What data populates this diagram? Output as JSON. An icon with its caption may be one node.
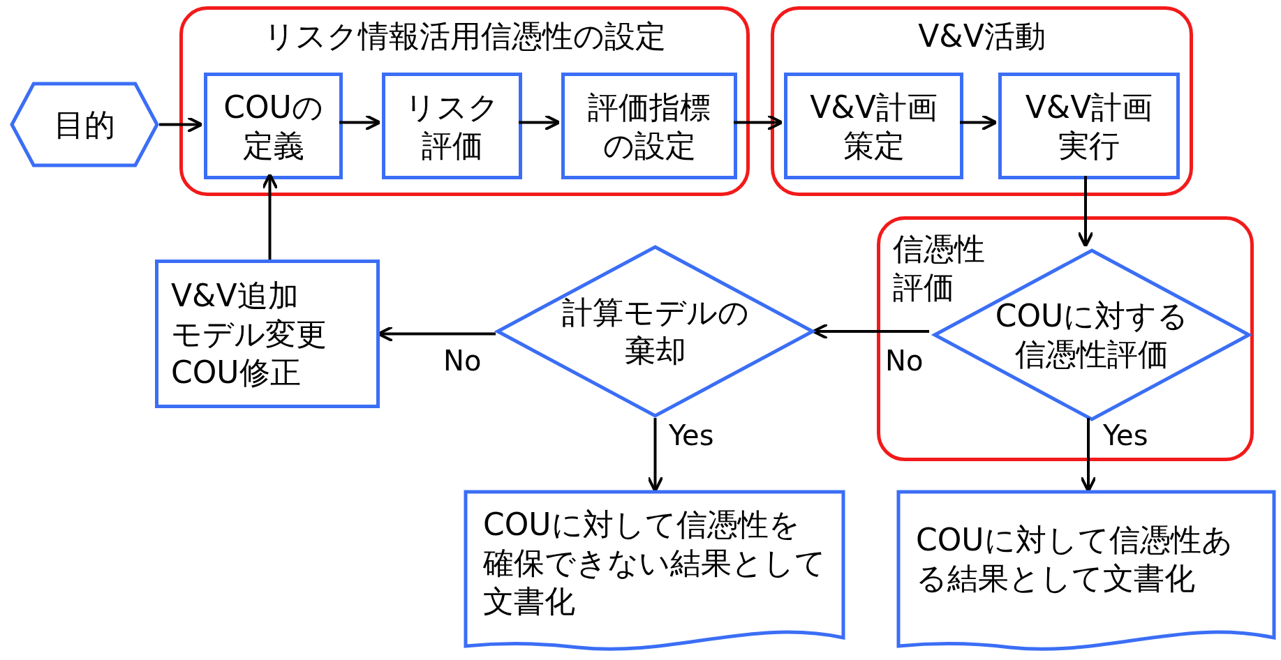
{
  "diagram": {
    "nodes": [
      {
        "text": [
          "目的"
        ]
      },
      {
        "text": [
          "リスク情報活用信憑性の設定"
        ]
      },
      {
        "text": [
          "COUの定義"
        ],
        "in": 1
      },
      {
        "text": [
          "リスク評価"
        ],
        "in": 1
      },
      {
        "text": [
          "評価指標の設定"
        ],
        "in": 1
      },
      {
        "text": [
          "V&V活動"
        ]
      },
      {
        "text": [
          "V&V計画策定"
        ],
        "in": 5
      },
      {
        "text": [
          "V&V計画実行"
        ],
        "in": 5
      },
      {
        "text": [
          "信憑性評価"
        ]
      },
      {
        "text": [
          "COUに対する信憑性評価"
        ],
        "in": 8
      },
      {
        "text": [
          "計算モデルの棄却"
        ]
      },
      {
        "text": [
          "V&V追加",
          "モデル変更",
          "COU修正"
        ]
      },
      {
        "text": [
          "COUに対して信憑性を確保できない結果として文書化"
        ]
      },
      {
        "text": [
          "COUに対して信憑性ある結果として文書化"
        ]
      }
    ],
    "edges": [
      {
        "from": 0,
        "to": 2,
        "arrow": "to"
      },
      {
        "from": 2,
        "to": 3,
        "arrow": "to"
      },
      {
        "from": 3,
        "to": 4,
        "arrow": "to"
      },
      {
        "from": 4,
        "to": 6,
        "arrow": "to"
      },
      {
        "from": 6,
        "to": 7,
        "arrow": "to"
      },
      {
        "from": 7,
        "to": 9,
        "arrow": "to"
      },
      {
        "from": 9,
        "to": 10,
        "arrow": "to",
        "label": "No"
      },
      {
        "from": 10,
        "to": 11,
        "arrow": "to",
        "label": "No"
      },
      {
        "from": 10,
        "to": 12,
        "arrow": "to",
        "label": "Yes"
      },
      {
        "from": 9,
        "to": 13,
        "arrow": "to",
        "label": "Yes"
      },
      {
        "from": 11,
        "to": 2,
        "arrow": "to"
      }
    ]
  }
}
